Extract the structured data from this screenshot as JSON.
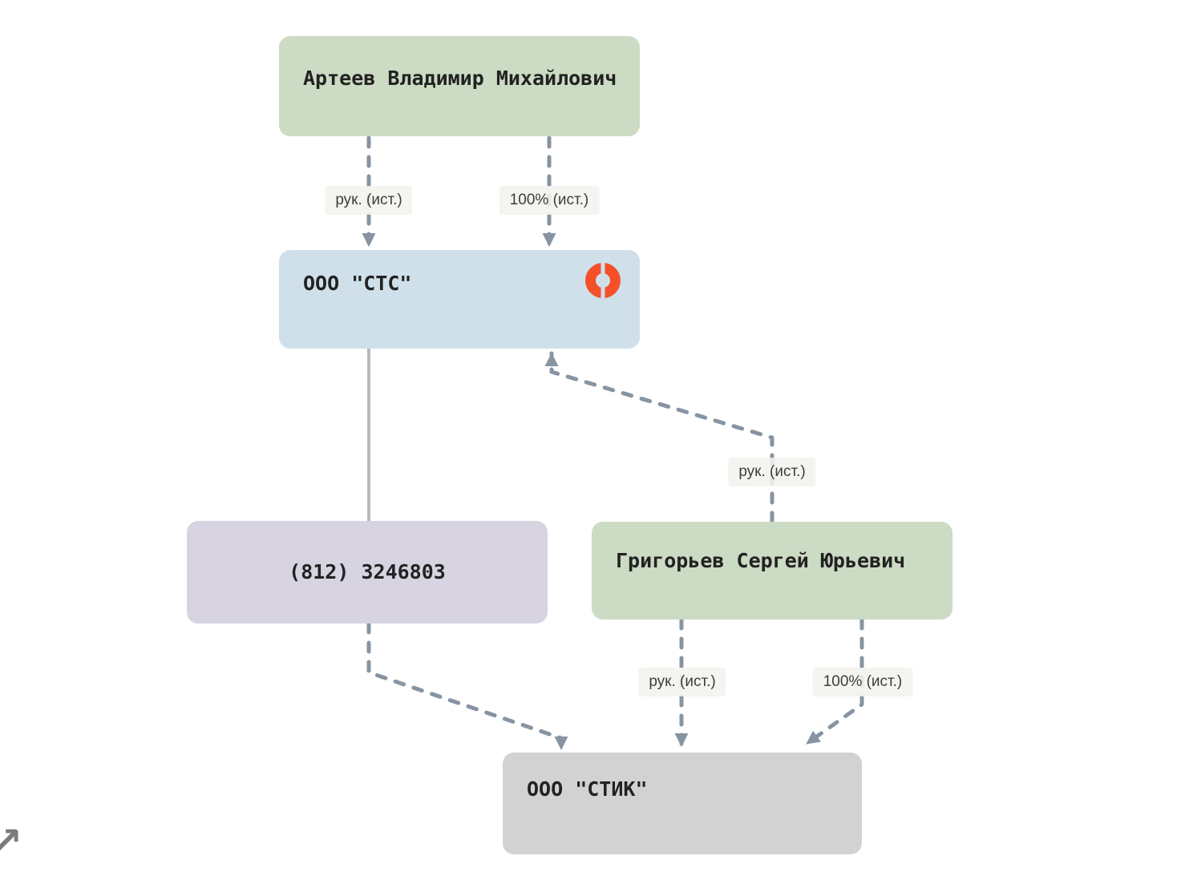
{
  "diagram": {
    "nodes": {
      "person_arteev": {
        "label": "Артеев Владимир Михайлович",
        "type": "person",
        "color": "#ccdbc3"
      },
      "company_sts": {
        "label": "ООО \"СТС\"",
        "type": "company",
        "color": "#cfe0eb",
        "status_icon": "ring-split-icon",
        "status_color": "#f4502a"
      },
      "phone": {
        "label": "(812) 3246803",
        "type": "phone",
        "color": "#d7d3e1"
      },
      "person_grigoryev": {
        "label": "Григорьев Сергей Юрьевич",
        "type": "person",
        "color": "#ccdbc3"
      },
      "company_stik": {
        "label": "ООО \"СТИК\"",
        "type": "company",
        "color": "#d2d2d2"
      }
    },
    "edges": [
      {
        "from": "Артеев Владимир Михайлович",
        "to": "ООО \"СТС\"",
        "label": "рук. (ист.)",
        "style": "dashed",
        "arrow": "to"
      },
      {
        "from": "Артеев Владимир Михайлович",
        "to": "ООО \"СТС\"",
        "label": "100% (ист.)",
        "style": "dashed",
        "arrow": "to"
      },
      {
        "from": "ООО \"СТС\"",
        "to": "(812) 3246803",
        "label": "",
        "style": "solid",
        "arrow": "none"
      },
      {
        "from": "Григорьев Сергей Юрьевич",
        "to": "ООО \"СТС\"",
        "label": "рук. (ист.)",
        "style": "dashed",
        "arrow": "to"
      },
      {
        "from": "(812) 3246803",
        "to": "ООО \"СТИК\"",
        "label": "",
        "style": "dashed",
        "arrow": "to"
      },
      {
        "from": "Григорьев Сергей Юрьевич",
        "to": "ООО \"СТИК\"",
        "label": "рук. (ист.)",
        "style": "dashed",
        "arrow": "to"
      },
      {
        "from": "Григорьев Сергей Юрьевич",
        "to": "ООО \"СТИК\"",
        "label": "100% (ист.)",
        "style": "dashed",
        "arrow": "to"
      }
    ],
    "colors": {
      "edge": "#8794a2",
      "edge_solid": "#b4bac1",
      "label_bg": "#f3f2ee",
      "label_text": "#3d3d3d",
      "status_ring": "#f4502a"
    },
    "controls": {
      "expand_glyph": "↗"
    }
  }
}
